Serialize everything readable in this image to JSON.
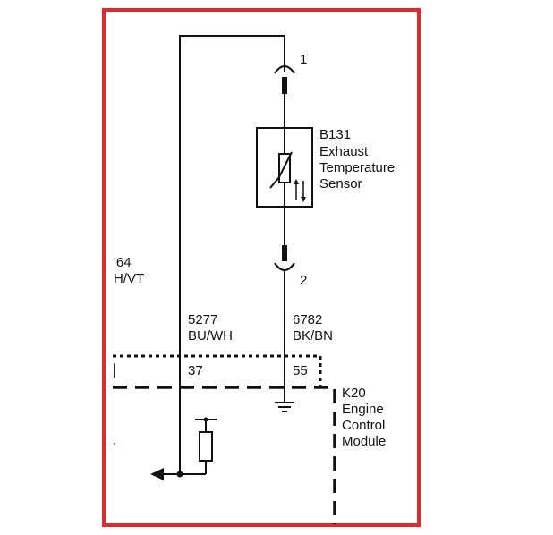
{
  "colors": {
    "frame": "#e02a2f",
    "wire": "#111111"
  },
  "connector_top": {
    "pin": "1"
  },
  "connector_bottom": {
    "pin": "2"
  },
  "sensor": {
    "ref": "B131",
    "name_line1": "Exhaust",
    "name_line2": "Temperature",
    "name_line3": "Sensor"
  },
  "left_cut_label": {
    "circuit": "'64",
    "color": "H/VT",
    "pin": "│"
  },
  "wire_left": {
    "circuit": "5277",
    "color": "BU/WH",
    "pin": "37"
  },
  "wire_right": {
    "circuit": "6782",
    "color": "BK/BN",
    "pin": "55"
  },
  "module": {
    "ref": "K20",
    "name_line1": "Engine",
    "name_line2": "Control",
    "name_line3": "Module"
  },
  "stray_mark": "˙"
}
